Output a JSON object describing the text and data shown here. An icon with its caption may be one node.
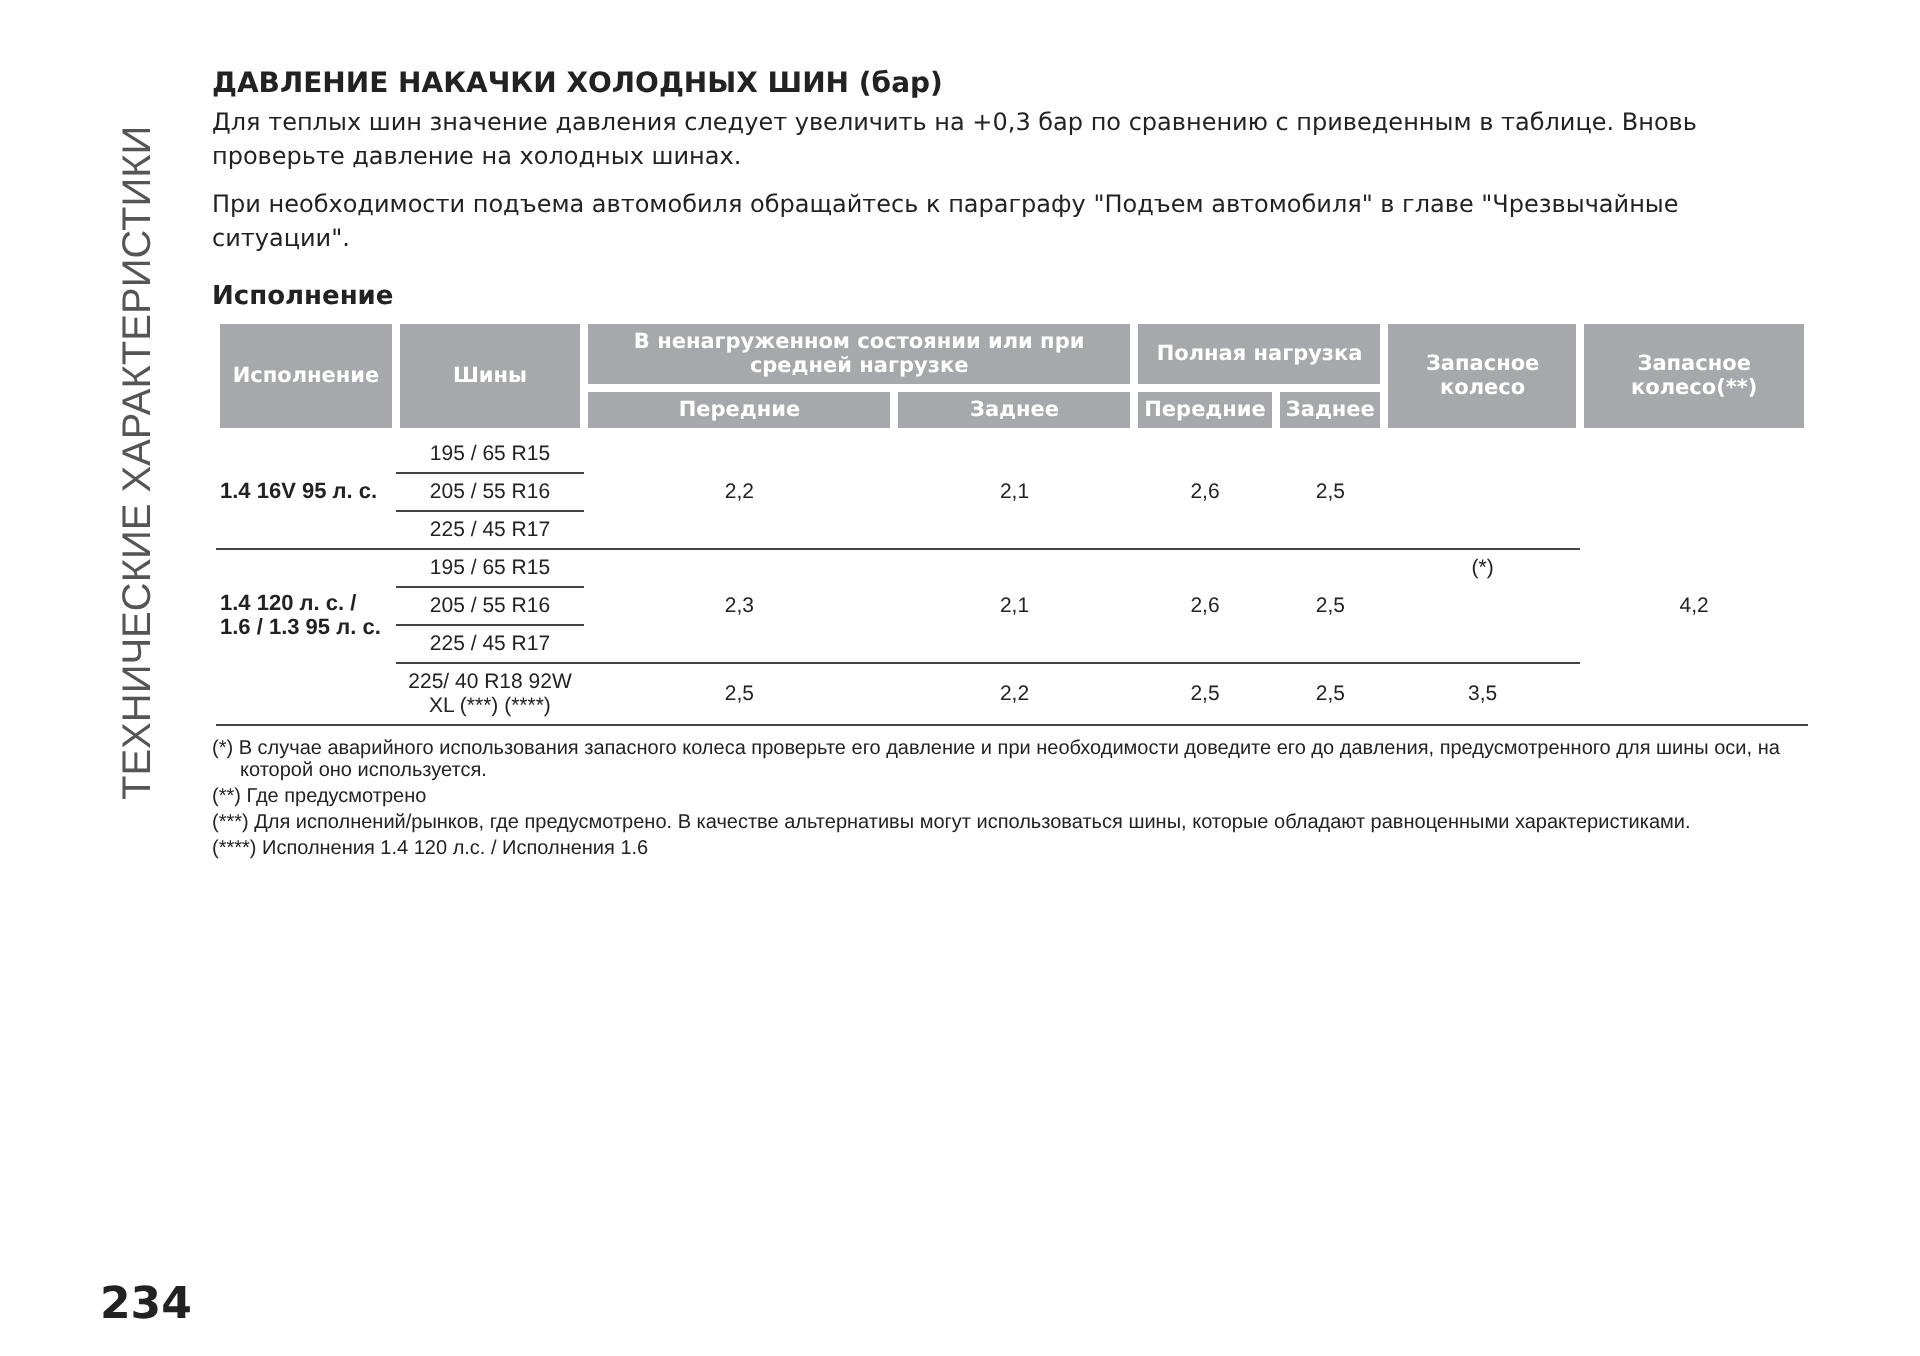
{
  "diagram": {
    "title": "ДАВЛЕНИЕ НАКАЧКИ ХОЛОДНЫХ ШИН (бар)",
    "labels": [
      "ТЕХНИЧЕСКИЕ ХАРАКТЕРИСТИКИ",
      "Для теплых шин значение давления следует увеличить на +0,3 бар по сравнению с приведенным в таблице. Вновь проверьте давление на холодных шинах.",
      "При необходимости подъема автомобиля обращайтесь к параграфу \"Подъем автомобиля\" в главе \"Чрезвычайные ситуации\".",
      "Исполнение",
      "Исполнение",
      "Шины",
      "В ненагруженном состоянии или при средней нагрузке",
      "Полная нагрузка",
      "Запасное колесо",
      "Запасное колесо(**)",
      "Передние",
      "Заднее",
      "Передние",
      "Заднее",
      "195 / 65 R15",
      "1.4 16V 95 л. с.",
      "205 / 55 R16",
      "2,2",
      "2,1",
      "2,6",
      "2,5",
      "225 / 45 R17",
      "195 / 65 R15",
      "(*)",
      "1.4 120 л. с. / 1.6 / 1.3 95 л. с.",
      "205 / 55 R16",
      "2,3",
      "2,1",
      "2,6",
      "2,5",
      "4,2",
      "225 / 45 R17",
      "225/ 40 R18 92W XL (***) (****)",
      "2,5",
      "2,2",
      "2,5",
      "2,5",
      "3,5",
      "(*) В случае аварийного использования запасного колеса проверьте его давление и при необходимости доведите его до давления, предусмотренного для шины оси, на которой оно используется.",
      "(**) Где предусмотрено",
      "(***) Для исполнений/рынков, где предусмотрено. В качестве альтернативы могут использоваться шины, которые обладают равноценными характеристиками.",
      "(****) Исполнения 1.4 120 л.с. / Исполнения 1.6",
      "234"
    ]
  }
}
